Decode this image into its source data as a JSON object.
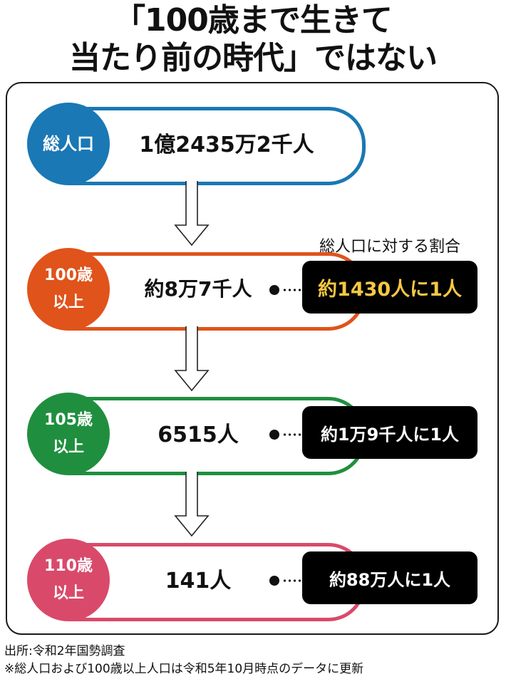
{
  "title": {
    "line1": "「100歳まで生きて",
    "line2": "当たり前の時代」ではない"
  },
  "ratio_heading": "総人口に対する割合",
  "rows": [
    {
      "badge_line1": "総人口",
      "badge_line2": "",
      "value": "1億2435万2千人",
      "ratio": "",
      "color": "#1a78b4"
    },
    {
      "badge_line1": "100歳",
      "badge_line2": "以上",
      "value": "約8万7千人",
      "ratio": "約1430人に1人",
      "color": "#e0531b"
    },
    {
      "badge_line1": "105歳",
      "badge_line2": "以上",
      "value": "6515人",
      "ratio": "約1万9千人に1人",
      "color": "#1f8f3f"
    },
    {
      "badge_line1": "110歳",
      "badge_line2": "以上",
      "value": "141人",
      "ratio": "約88万人に1人",
      "color": "#d94a6a"
    }
  ],
  "highlight_color": "#f5c842",
  "footer": {
    "source": "出所:令和2年国勢調査",
    "note": "※総人口および100歳以上人口は令和5年10月時点のデータに更新"
  }
}
